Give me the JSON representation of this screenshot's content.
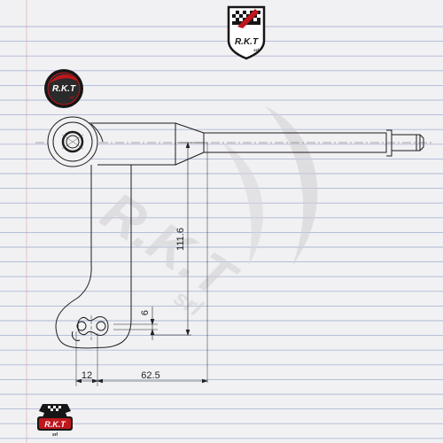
{
  "branding": {
    "name": "R.K.T",
    "suffix": "srl"
  },
  "drawing": {
    "dimensions": {
      "height": "111.6",
      "slot_spacing": "6",
      "offset_small": "12",
      "offset_large": "62.5"
    }
  },
  "colors": {
    "paper": "#f1f1f3",
    "ruled_line": "#aeb6d6",
    "margin_line": "#d9a3a3",
    "outline": "#1c1c1c",
    "watermark": "#c9c9cc",
    "logo_red": "#c0161c",
    "logo_black": "#161616"
  }
}
